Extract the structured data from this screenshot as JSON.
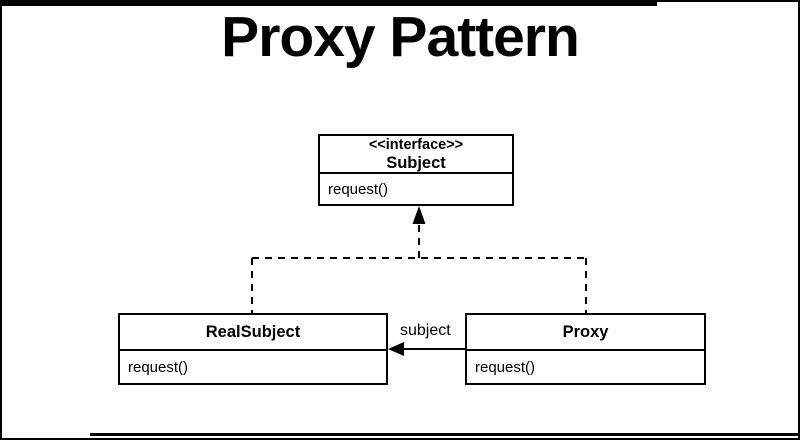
{
  "page": {
    "title": "Proxy Pattern"
  },
  "diagram": {
    "classes": [
      {
        "stereotype": "<<interface>>",
        "name": "Subject",
        "methods": [
          "request()"
        ]
      },
      {
        "stereotype": "",
        "name": "RealSubject",
        "methods": [
          "request()"
        ]
      },
      {
        "stereotype": "",
        "name": "Proxy",
        "methods": [
          "request()"
        ]
      }
    ],
    "relationships": [
      {
        "type": "realization",
        "from": "RealSubject",
        "to": "Subject",
        "line": "dashed",
        "arrowhead": "filled-triangle-up",
        "label": ""
      },
      {
        "type": "realization",
        "from": "Proxy",
        "to": "Subject",
        "line": "dashed",
        "arrowhead": "filled-triangle-up",
        "label": ""
      },
      {
        "type": "association",
        "from": "Proxy",
        "to": "RealSubject",
        "line": "solid",
        "arrowhead": "filled-triangle-left",
        "label": "subject"
      }
    ]
  },
  "colors": {
    "background": "#ffffff",
    "line": "#000000",
    "text": "#000000"
  }
}
